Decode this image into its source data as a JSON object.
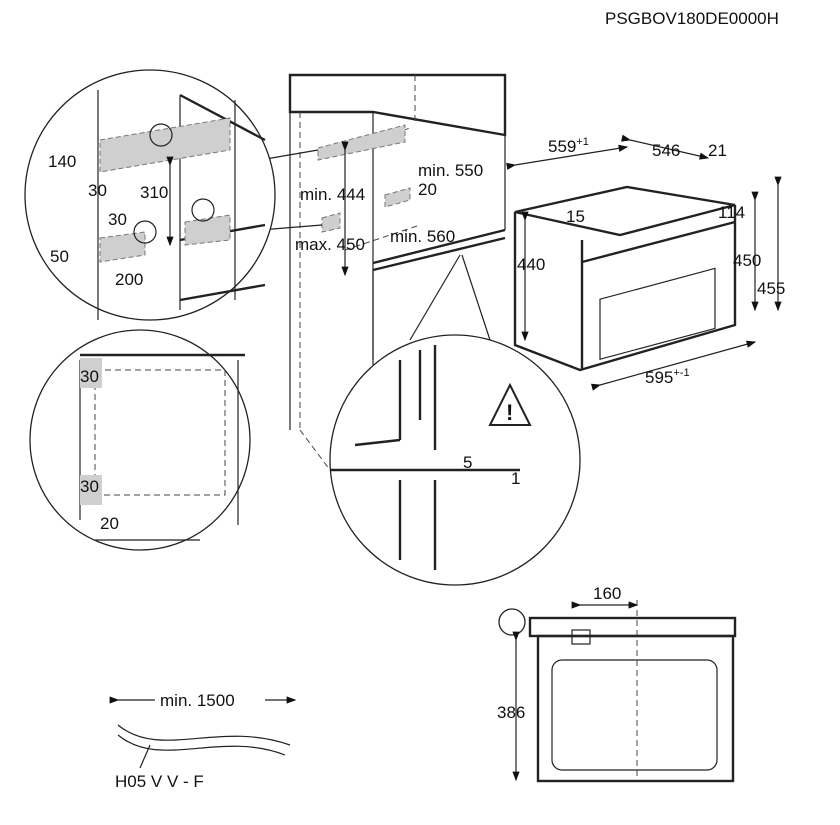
{
  "model_code": "PSGBOV180DE0000H",
  "detail_top_left": {
    "d140": "140",
    "d30a": "30",
    "d310": "310",
    "d30b": "30",
    "d50": "50",
    "d200": "200"
  },
  "cabinet": {
    "min444": "min. 444",
    "max450": "max. 450",
    "min550": "min. 550",
    "d20": "20",
    "min560": "min. 560"
  },
  "oven": {
    "w559": "559",
    "w559_tol": "+1",
    "d546": "546",
    "d21": "21",
    "d15": "15",
    "d114": "114",
    "h440": "440",
    "h450": "450",
    "h455": "455",
    "w595": "595",
    "w595_tol": "+-1"
  },
  "detail_mid_left": {
    "d30a": "30",
    "d30b": "30",
    "d20": "20"
  },
  "detail_bottom": {
    "d5": "5",
    "d1": "1"
  },
  "front_view": {
    "d160": "160",
    "d386": "386"
  },
  "cable": {
    "length": "min. 1500",
    "type": "H05 V V - F"
  }
}
